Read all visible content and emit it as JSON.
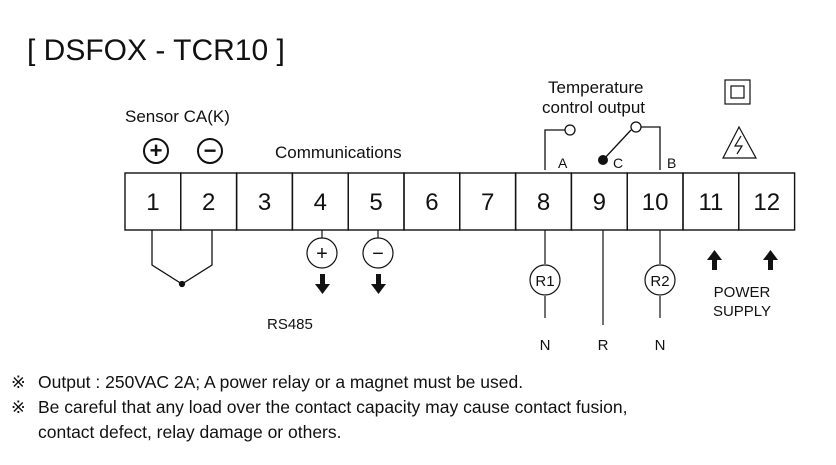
{
  "title": "[ DSFOX - TCR10 ]",
  "sensor_label": "Sensor CA(K)",
  "communications_label": "Communications",
  "temp_output_label_line1": "Temperature",
  "temp_output_label_line2": "control output",
  "terminals": [
    "1",
    "2",
    "3",
    "4",
    "5",
    "6",
    "7",
    "8",
    "9",
    "10",
    "11",
    "12"
  ],
  "sensor_plus_symbol": "+",
  "sensor_minus_symbol": "−",
  "comm_plus_symbol": "+",
  "comm_minus_symbol": "−",
  "rs485_label": "RS485",
  "relay_labels": {
    "a": "A",
    "c": "C",
    "b": "B"
  },
  "relay_r1": "R1",
  "relay_r2": "R2",
  "lower_labels": {
    "n1": "N",
    "r": "R",
    "n2": "N"
  },
  "power_supply_line1": "POWER",
  "power_supply_line2": "SUPPLY",
  "notes": {
    "mark": "※",
    "note1": "Output : 250VAC 2A; A power relay or a magnet must be used.",
    "note2_line1": "Be careful that any load over the contact capacity may cause contact fusion,",
    "note2_line2": "contact defect, relay damage or others."
  }
}
